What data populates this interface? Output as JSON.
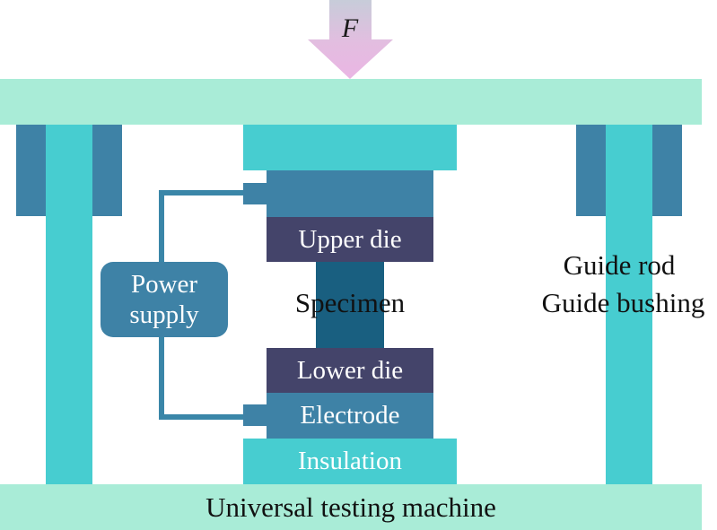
{
  "force": {
    "label": "F"
  },
  "labels": {
    "upper_die": "Upper die",
    "specimen": "Specimen",
    "lower_die": "Lower die",
    "electrode": "Electrode",
    "insulation": "Insulation",
    "power_supply_line1": "Power",
    "power_supply_line2": "supply",
    "guide_rod": "Guide rod",
    "guide_bushing": "Guide bushing",
    "machine": "Universal testing machine"
  },
  "colors": {
    "frame": "#a9ecd7",
    "teal": "#47cdd0",
    "steel_blue": "#3e82a6",
    "die_purple": "#44446a",
    "specimen": "#195f80",
    "arrow_pink": "#e8b8e2",
    "arrow_grey": "#c7ccd9"
  }
}
